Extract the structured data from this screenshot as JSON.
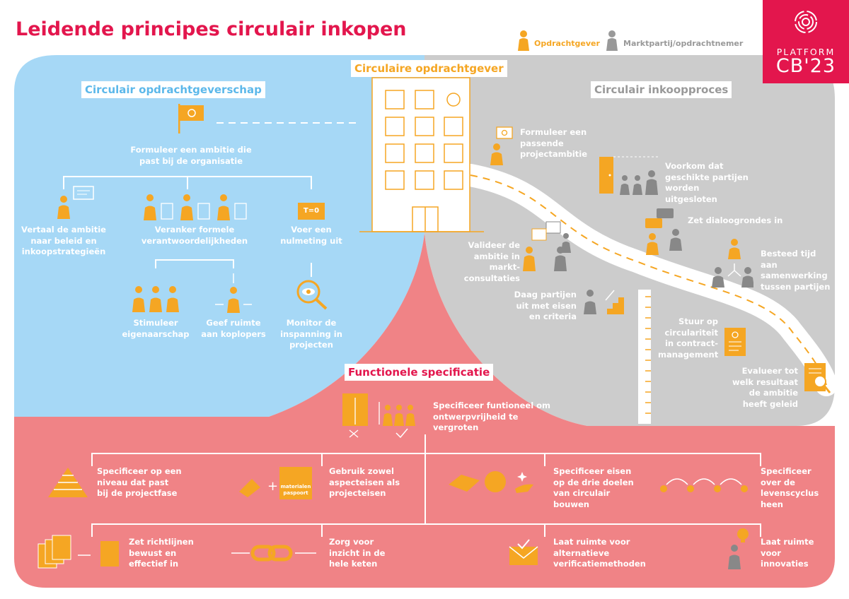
{
  "title": "Leidende principes circulair inkopen",
  "legend": {
    "client": "Opdrachtgever",
    "market": "Marktpartij/opdrachtnemer"
  },
  "logo": {
    "line1": "PLATFORM",
    "line2": "CB'23"
  },
  "colors": {
    "blue": "#a6d8f6",
    "grey": "#cccccc",
    "red": "#f08386",
    "orange": "#f5a623",
    "accent": "#e3164d"
  },
  "center": {
    "label": "Circulaire opdrachtgever"
  },
  "blue": {
    "header": "Circulair opdrachtgeverschap",
    "ambition": "Formuleer een ambitie die past bij de organisatie",
    "translate": "Vertaal de ambitie naar beleid en inkoopstrategieën",
    "anchor": "Veranker formele verantwoordelijkheden",
    "zero_label": "T=0",
    "zero": "Voer een nulmeting uit",
    "ownership": "Stimuleer eigenaarschap",
    "frontrunners": "Geef ruimte aan koplopers",
    "monitor": "Monitor de inspanning in projecten"
  },
  "grey": {
    "header": "Circulair inkoopproces",
    "project_ambition": "Formuleer een passende projectambitie",
    "prevent": "Voorkom dat geschikte partijen worden uitgesloten",
    "dialogue": "Zet dialoogrondes in",
    "validate": "Valideer de ambitie in markt-consultaties",
    "cooperation": "Besteed tijd aan samenwerking tussen partijen",
    "challenge": "Daag partijen uit met eisen en criteria",
    "contract": "Stuur op circulariteit in contract-management",
    "evaluate": "Evalueer tot welk resultaat de ambitie heeft geleid"
  },
  "red": {
    "header": "Functionele specificatie",
    "functional": "Specificeer funtioneel om ontwerpvrijheid te vergroten",
    "level": "Specificeer op een niveau dat past bij de projectfase",
    "aspect": "Gebruik zowel aspecteisen als projecteisen",
    "passport_label": "materialen paspoort",
    "goals": "Specificeer eisen op de drie doelen van circulair bouwen",
    "lifecycle": "Specificeer over de levenscyclus heen",
    "guidelines": "Zet richtlijnen bewust en effectief in",
    "chain": "Zorg voor inzicht in de hele keten",
    "verification": "Laat ruimte voor alternatieve verificatiemethoden",
    "innovation": "Laat ruimte voor innovaties"
  }
}
